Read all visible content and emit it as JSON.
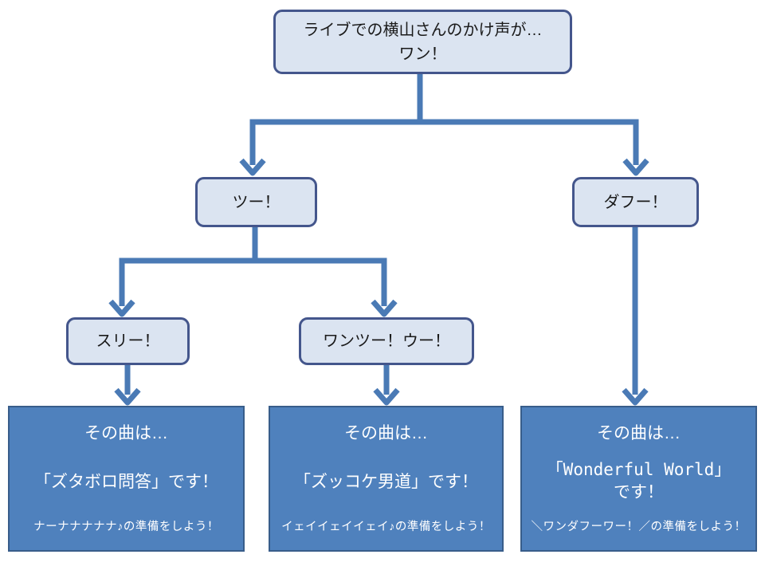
{
  "colors": {
    "connector": "#4a7ab5",
    "light_box_fill": "#dbe4f1",
    "light_box_border": "#44568c",
    "light_box_text": "#1a1a1a",
    "dark_box_fill": "#4f81bd",
    "dark_box_border": "#385d8a",
    "dark_box_text": "#ffffff"
  },
  "nodes": {
    "root": {
      "line1": "ライブでの横山さんのかけ声が…",
      "line2": "ワン！"
    },
    "two": {
      "label": "ツー！"
    },
    "dafu": {
      "label": "ダフー！"
    },
    "three": {
      "label": "スリー！"
    },
    "onetwo": {
      "label": "ワンツー！ウー！"
    },
    "result_zutaboro": {
      "intro": "その曲は…",
      "title": "「ズタボロ問答」です！",
      "note": "ナーナナナナナ♪の準備をしよう！"
    },
    "result_zukkoke": {
      "intro": "その曲は…",
      "title": "「ズッコケ男道」です！",
      "note": "イェイイェイイェイ♪の準備をしよう！"
    },
    "result_wonderful": {
      "intro": "その曲は…",
      "title_line1": "「Wonderful World」",
      "title_line2": "です！",
      "note": "＼ワンダフーワー！／の準備をしよう！"
    }
  }
}
